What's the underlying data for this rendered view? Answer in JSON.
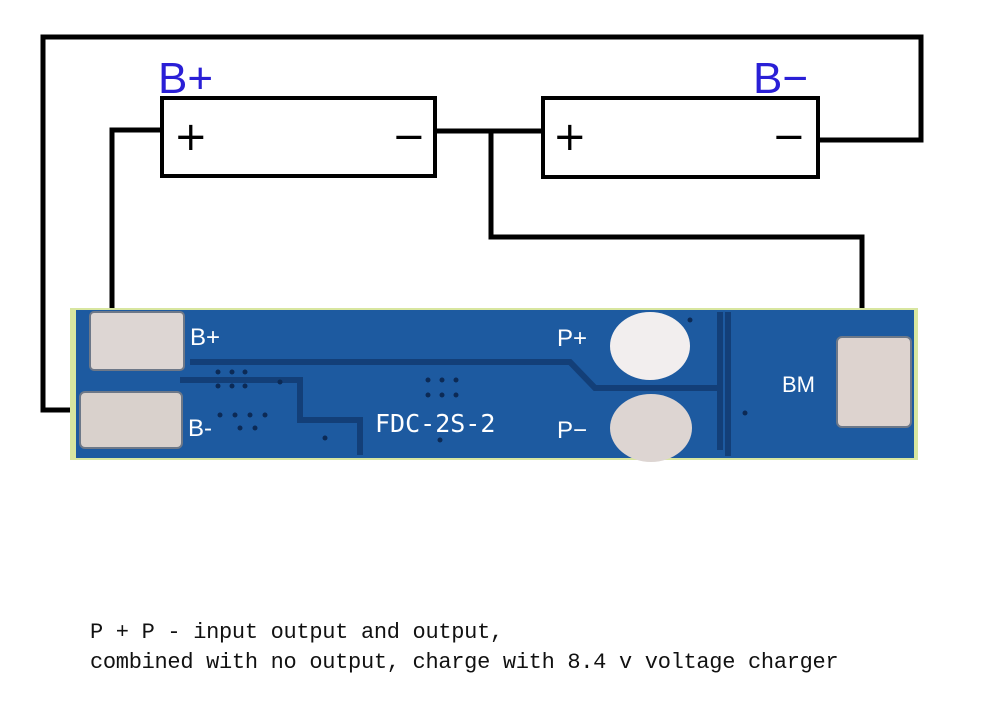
{
  "labels": {
    "b_plus_top": "B+",
    "b_minus_top": "B−"
  },
  "battery1": {
    "plus": "+",
    "minus": "−"
  },
  "battery2": {
    "plus": "+",
    "minus": "−"
  },
  "pcb": {
    "model": "FDC-2S-2",
    "b_plus": "B+",
    "b_minus": "B-",
    "p_plus": "P+",
    "p_minus": "P−",
    "bm": "BM"
  },
  "caption": {
    "line1": "P + P - input output and output,",
    "line2": "combined with no output, charge with 8.4 v voltage charger"
  },
  "colors": {
    "label_blue": "#2a1fd6",
    "pcb_blue": "#1d5aa0",
    "pcb_dark": "#133f78",
    "wire": "#000000"
  }
}
